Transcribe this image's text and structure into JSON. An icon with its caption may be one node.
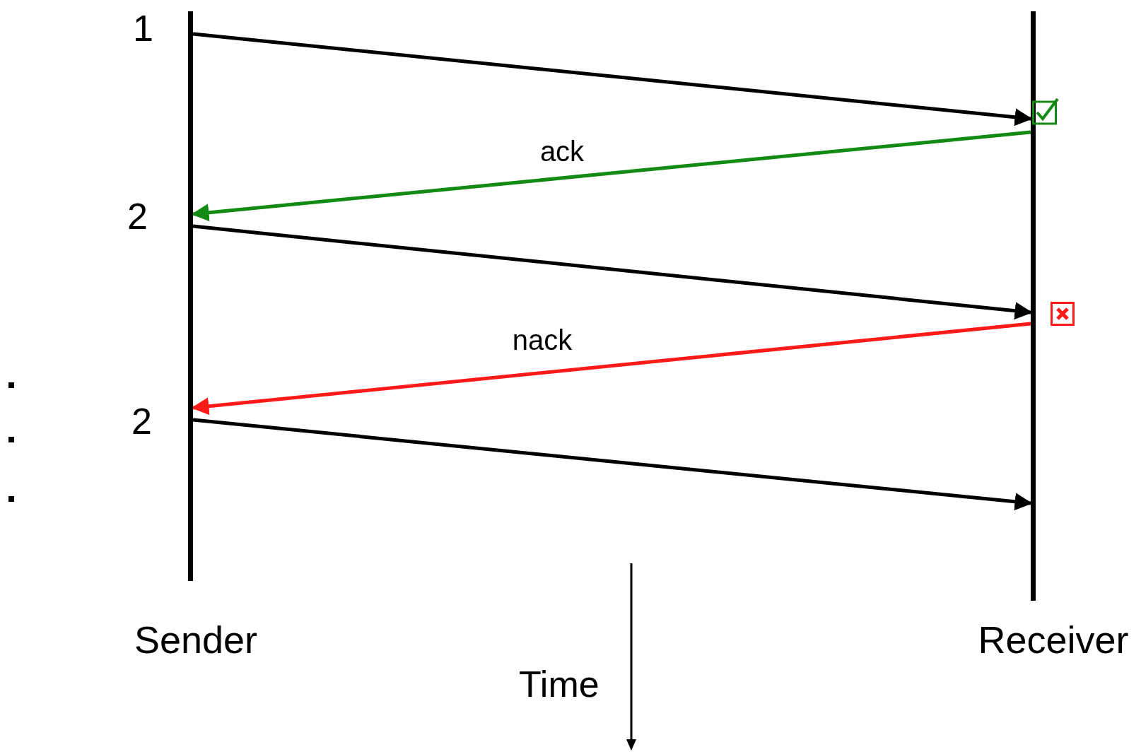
{
  "diagram": {
    "nodes": [
      {
        "text": [],
        "shape": "bar",
        "beside": [
          "Sender"
        ]
      },
      {
        "text": [],
        "shape": "bar",
        "beside": [
          "Receiver"
        ]
      }
    ],
    "edges": [
      {
        "from": 0,
        "to": 1,
        "arrow": "to"
      },
      {
        "from": 1,
        "to": 0,
        "arrow": "to",
        "label": "ack",
        "color": "#138a13"
      },
      {
        "from": 0,
        "to": 1,
        "arrow": "to"
      },
      {
        "from": 1,
        "to": 0,
        "arrow": "to",
        "label": "nack",
        "color": "#ff1a1a"
      },
      {
        "from": 0,
        "to": 1,
        "arrow": "to"
      }
    ],
    "labels": [
      "1",
      "2",
      "2",
      "Time"
    ]
  }
}
